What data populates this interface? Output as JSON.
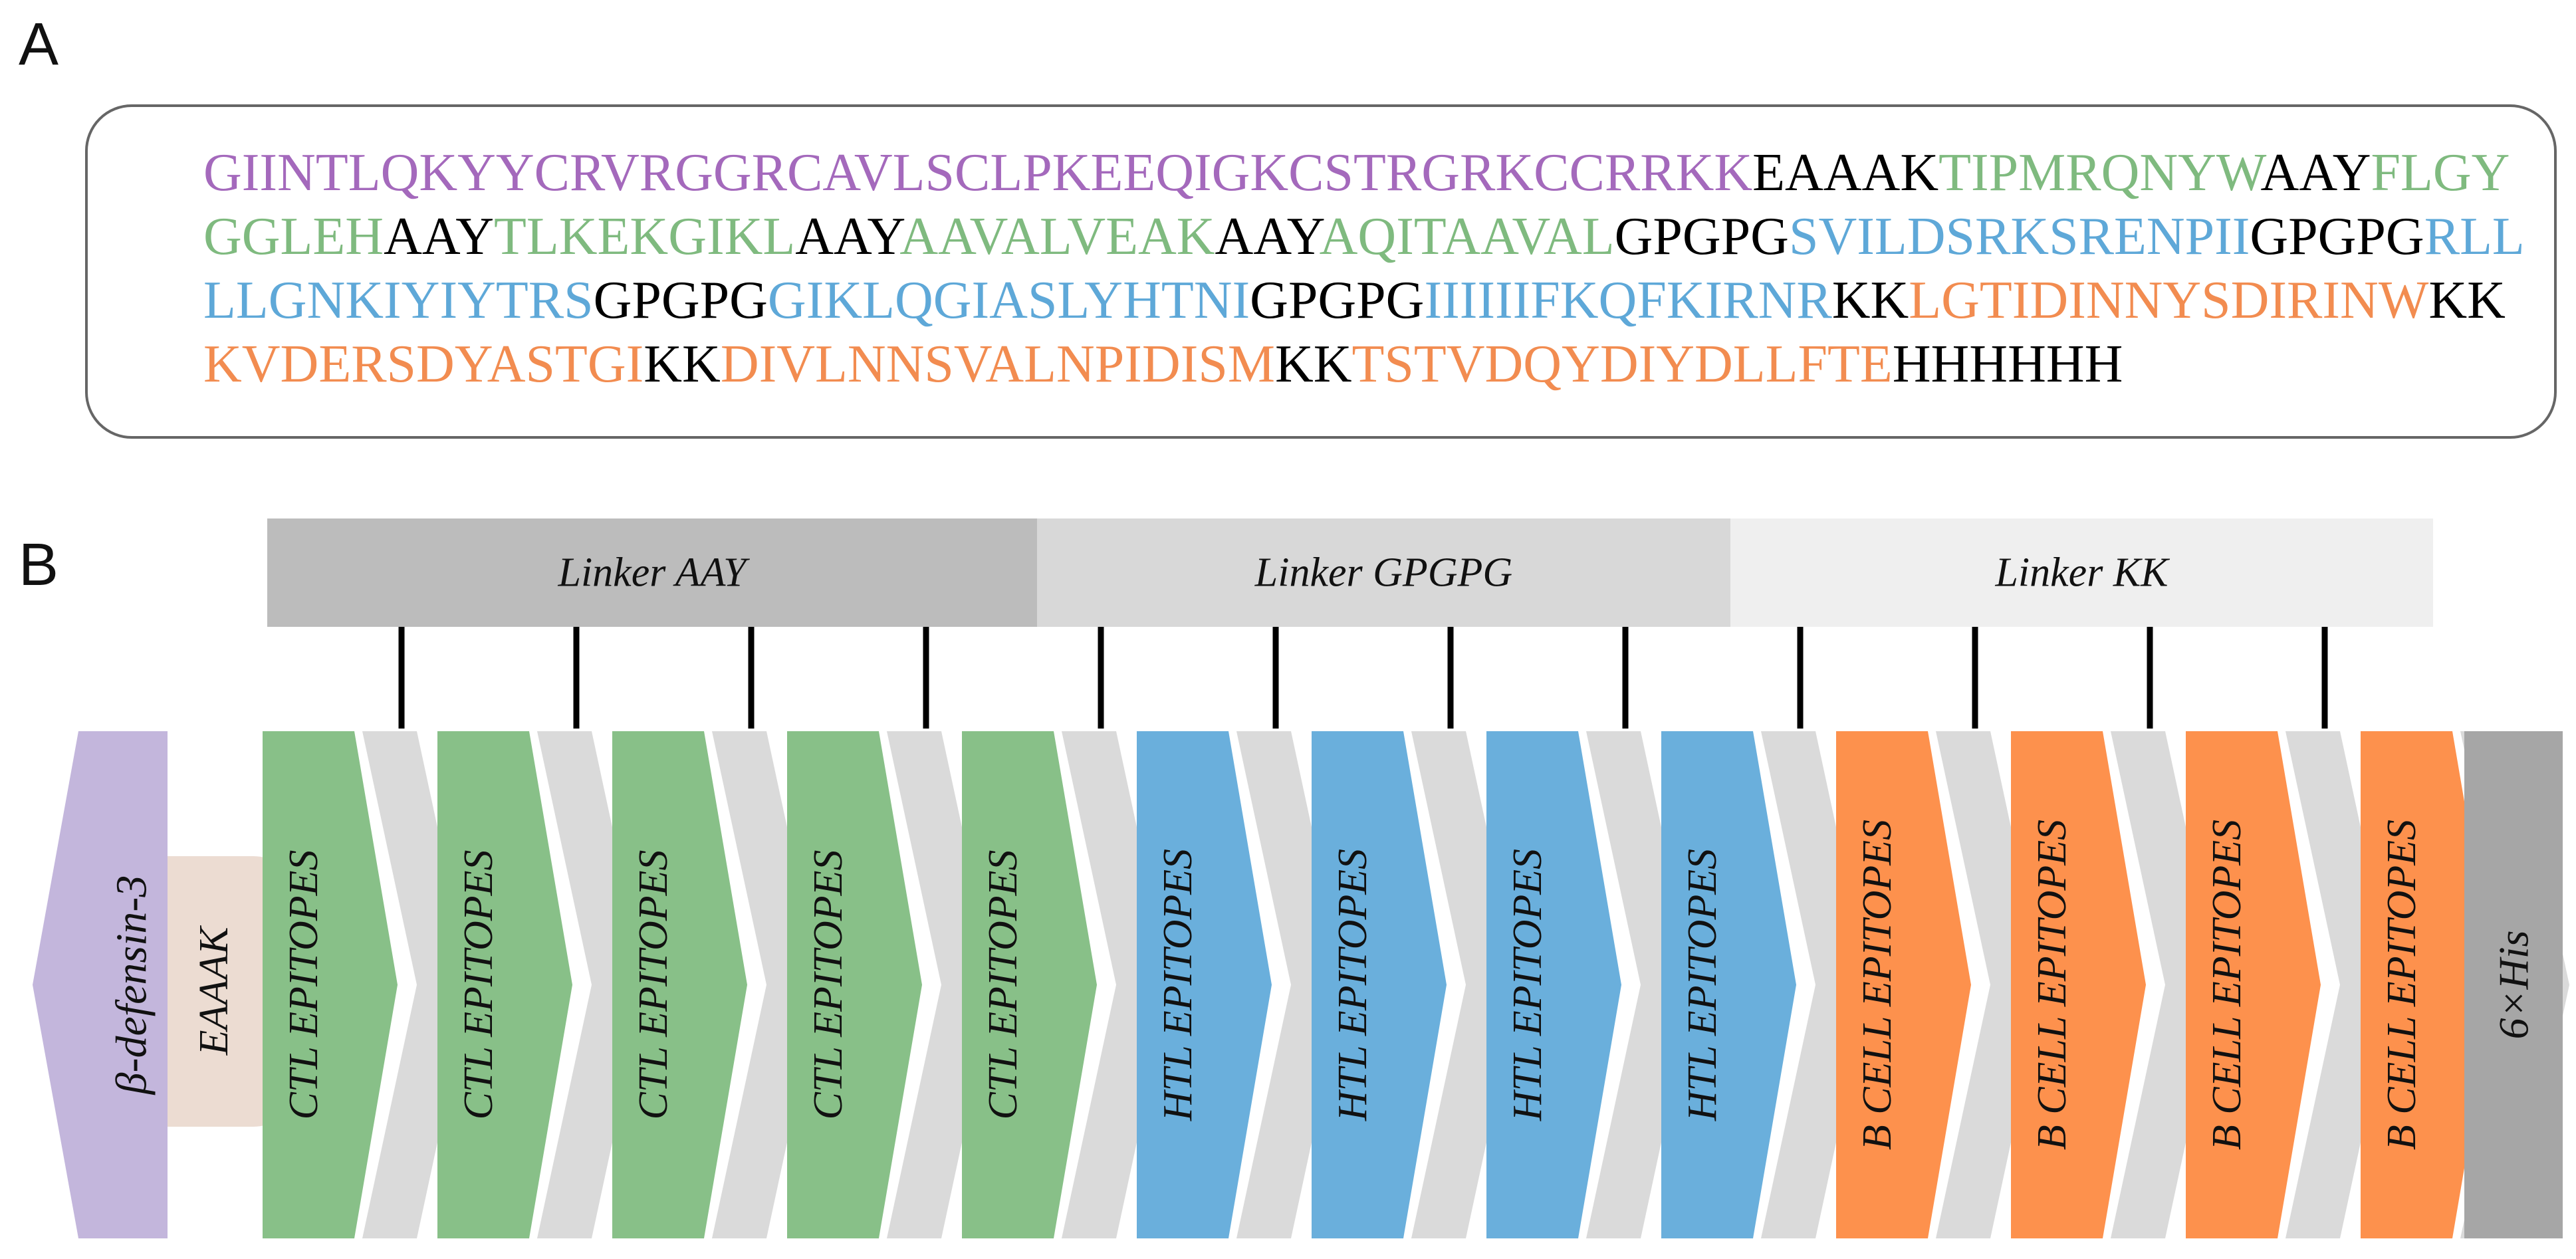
{
  "panel_a_label": "A",
  "panel_b_label": "B",
  "colors": {
    "defensin": "#c3b6dc",
    "eaaak": "#ecdcd2",
    "ctl": "#88c088",
    "htl": "#6aafdc",
    "bcell": "#fd914d",
    "linker": "#dadada",
    "his": "#a6a6a6",
    "linker_black": "#000000",
    "seq_purple": "#a469bc",
    "seq_green": "#7fba7f",
    "seq_blue": "#5ea8d8",
    "seq_orange": "#f28c50",
    "header_aay": "#bcbcbc",
    "header_gpgpg": "#d8d8d8",
    "header_kk": "#efefef"
  },
  "sequence": {
    "lines": [
      [
        {
          "text": "GIINTLQKYYCRVRGGRCAVLSCLPKEEQIGKCSTRGRKCCRRKK",
          "color": "seq_purple"
        },
        {
          "text": "EAAAK",
          "color": "linker_black"
        },
        {
          "text": "TIPMRQNYW",
          "color": "seq_green"
        },
        {
          "text": "AAY",
          "color": "linker_black"
        },
        {
          "text": "FLGY",
          "color": "seq_green"
        }
      ],
      [
        {
          "text": "GGLEH",
          "color": "seq_green"
        },
        {
          "text": "AAY",
          "color": "linker_black"
        },
        {
          "text": "TLKEKGIKL",
          "color": "seq_green"
        },
        {
          "text": "AAY",
          "color": "linker_black"
        },
        {
          "text": "AAVALVEAK",
          "color": "seq_green"
        },
        {
          "text": "AAY",
          "color": "linker_black"
        },
        {
          "text": "AQITAAVAL",
          "color": "seq_green"
        },
        {
          "text": "GPGPG",
          "color": "linker_black"
        },
        {
          "text": "SVILDSRKSRENPII",
          "color": "seq_blue"
        },
        {
          "text": "GPGPG",
          "color": "linker_black"
        },
        {
          "text": "RLL",
          "color": "seq_blue"
        }
      ],
      [
        {
          "text": "LLGNKIYIYTRS",
          "color": "seq_blue"
        },
        {
          "text": "GPGPG",
          "color": "linker_black"
        },
        {
          "text": "GIKLQGIASLYHTNI",
          "color": "seq_blue"
        },
        {
          "text": "GPGPG",
          "color": "linker_black"
        },
        {
          "text": "IIIIIIFKQFKIRNR",
          "color": "seq_blue"
        },
        {
          "text": "KK",
          "color": "linker_black"
        },
        {
          "text": "LGTIDINNYSDIRINW",
          "color": "seq_orange"
        },
        {
          "text": "KK",
          "color": "linker_black"
        }
      ],
      [
        {
          "text": "KVDERSDYASTGI",
          "color": "seq_orange"
        },
        {
          "text": "KK",
          "color": "linker_black"
        },
        {
          "text": "DIVLNNSVALNPIDISM",
          "color": "seq_orange"
        },
        {
          "text": "KK",
          "color": "linker_black"
        },
        {
          "text": "TSTVDQYDIYDLLFTE",
          "color": "seq_orange"
        },
        {
          "text": "HHHHHH",
          "color": "linker_black"
        }
      ]
    ]
  },
  "linker_header": [
    {
      "label": "Linker AAY",
      "color": "header_aay"
    },
    {
      "label": "Linker GPGPG",
      "color": "header_gpgpg"
    },
    {
      "label": "Linker KK",
      "color": "header_kk"
    }
  ],
  "construct": {
    "adjuvant": {
      "label": "β-defensin-3",
      "color": "defensin"
    },
    "adjuvant_linker": {
      "label": "EAAAK",
      "color": "eaaak"
    },
    "epitopes": [
      {
        "label": "CTL EPITOPES",
        "color": "ctl"
      },
      {
        "label": "CTL EPITOPES",
        "color": "ctl"
      },
      {
        "label": "CTL EPITOPES",
        "color": "ctl"
      },
      {
        "label": "CTL EPITOPES",
        "color": "ctl"
      },
      {
        "label": "CTL EPITOPES",
        "color": "ctl"
      },
      {
        "label": "HTL EPITOPES",
        "color": "htl"
      },
      {
        "label": "HTL EPITOPES",
        "color": "htl"
      },
      {
        "label": "HTL EPITOPES",
        "color": "htl"
      },
      {
        "label": "HTL EPITOPES",
        "color": "htl"
      },
      {
        "label": "B CELL EPITOPES",
        "color": "bcell"
      },
      {
        "label": "B CELL EPITOPES",
        "color": "bcell"
      },
      {
        "label": "B CELL EPITOPES",
        "color": "bcell"
      },
      {
        "label": "B CELL EPITOPES",
        "color": "bcell"
      }
    ],
    "tag": {
      "label": "6×His",
      "color": "his"
    }
  }
}
